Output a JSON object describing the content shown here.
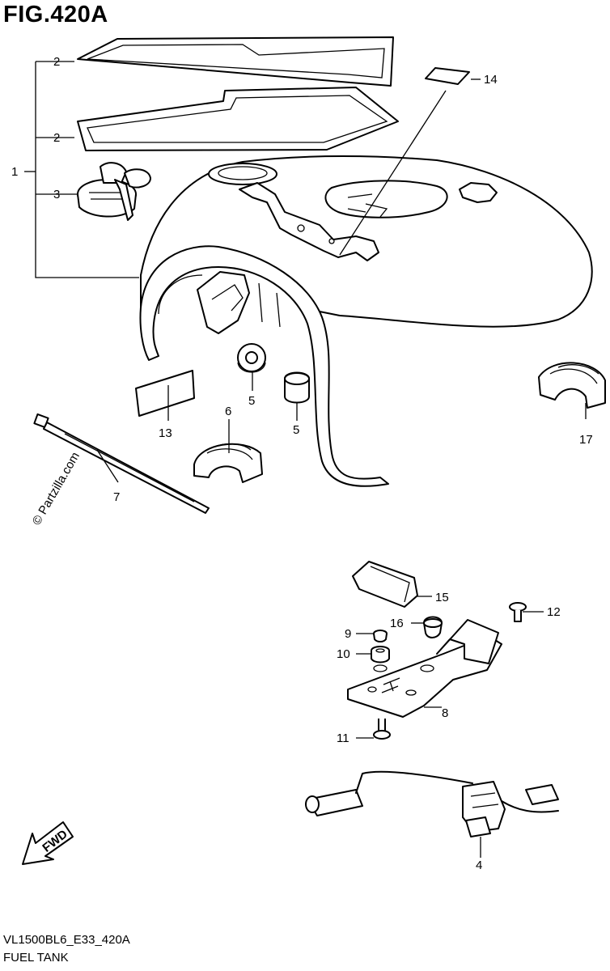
{
  "figure": {
    "title": "FIG.420A",
    "model_code": "VL1500BL6_E33_420A",
    "name": "FUEL TANK",
    "watermark": "© Partzilla.com",
    "fwd_label": "FWD"
  },
  "callouts": [
    {
      "id": "c1",
      "label": "1"
    },
    {
      "id": "c2a",
      "label": "2"
    },
    {
      "id": "c2b",
      "label": "2"
    },
    {
      "id": "c3",
      "label": "3"
    },
    {
      "id": "c14",
      "label": "14"
    },
    {
      "id": "c5a",
      "label": "5"
    },
    {
      "id": "c5b",
      "label": "5"
    },
    {
      "id": "c13",
      "label": "13"
    },
    {
      "id": "c6",
      "label": "6"
    },
    {
      "id": "c7",
      "label": "7"
    },
    {
      "id": "c17",
      "label": "17"
    },
    {
      "id": "c15",
      "label": "15"
    },
    {
      "id": "c12",
      "label": "12"
    },
    {
      "id": "c16",
      "label": "16"
    },
    {
      "id": "c9",
      "label": "9"
    },
    {
      "id": "c10",
      "label": "10"
    },
    {
      "id": "c8",
      "label": "8"
    },
    {
      "id": "c11",
      "label": "11"
    },
    {
      "id": "c4",
      "label": "4"
    }
  ]
}
